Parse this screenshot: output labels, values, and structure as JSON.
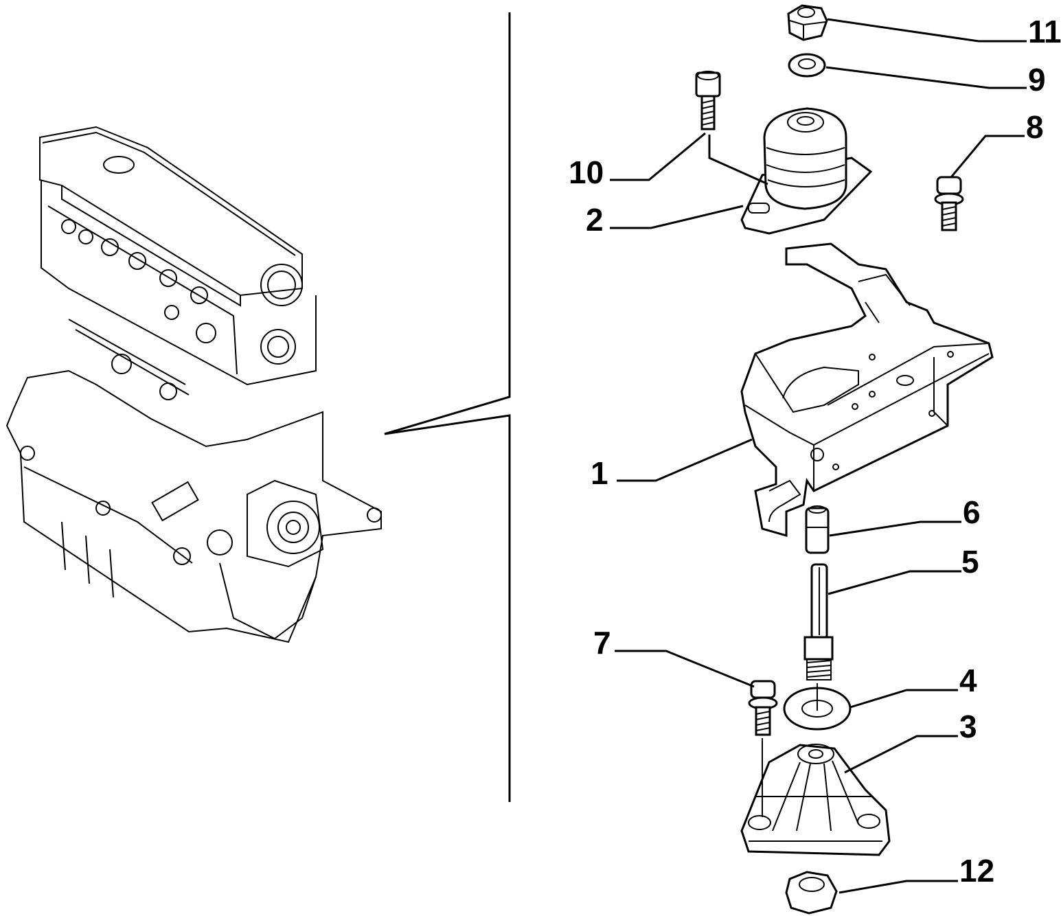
{
  "diagram": {
    "callouts": [
      {
        "id": "11",
        "label": "11"
      },
      {
        "id": "9",
        "label": "9"
      },
      {
        "id": "8",
        "label": "8"
      },
      {
        "id": "10",
        "label": "10"
      },
      {
        "id": "2",
        "label": "2"
      },
      {
        "id": "1",
        "label": "1"
      },
      {
        "id": "6",
        "label": "6"
      },
      {
        "id": "5",
        "label": "5"
      },
      {
        "id": "7",
        "label": "7"
      },
      {
        "id": "4",
        "label": "4"
      },
      {
        "id": "3",
        "label": "3"
      },
      {
        "id": "12",
        "label": "12"
      }
    ]
  }
}
